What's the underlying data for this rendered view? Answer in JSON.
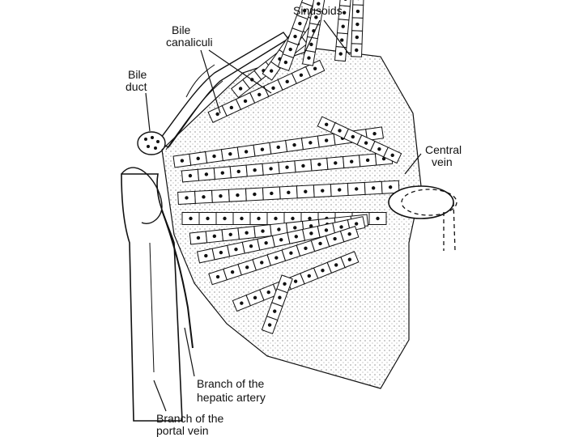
{
  "labels": {
    "sinusoids": "Sinusoids",
    "bile_canaliculi_1": "Bile",
    "bile_canaliculi_2": "canaliculi",
    "bile_duct_1": "Bile",
    "bile_duct_2": "duct",
    "central_vein_1": "Central",
    "central_vein_2": "vein",
    "hepatic_artery_1": "Branch of the",
    "hepatic_artery_2": "hepatic artery",
    "portal_vein_1": "Branch of the",
    "portal_vein_2": "portal vein"
  },
  "colors": {
    "ink": "#111111",
    "paper": "#ffffff",
    "cell_fill": "#ffffff",
    "stipple": "#555555"
  }
}
